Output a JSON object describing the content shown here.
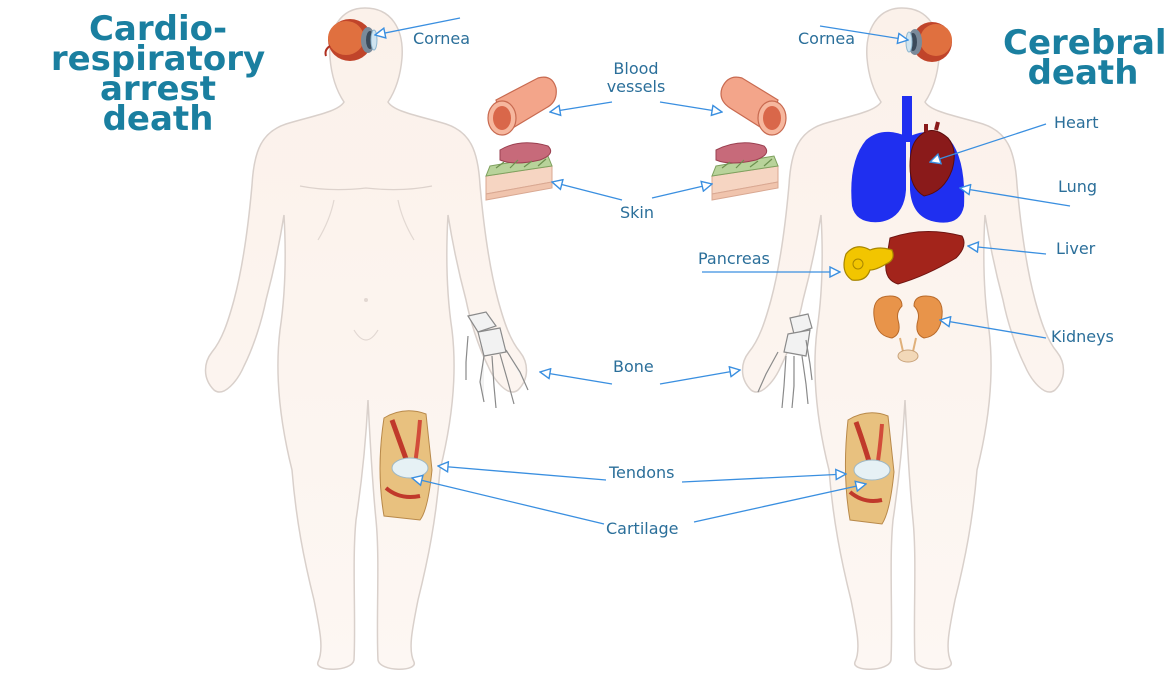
{
  "titles": {
    "left": [
      "Cardio-",
      "respiratory arrest",
      "death"
    ],
    "right": [
      "Cerebral",
      "death"
    ]
  },
  "labels": {
    "cornea_left": "Cornea",
    "cornea_right": "Cornea",
    "blood_vessels": [
      "Blood",
      "vessels"
    ],
    "skin": "Skin",
    "bone": "Bone",
    "tendons": "Tendons",
    "cartilage": "Cartilage",
    "pancreas": "Pancreas",
    "heart": "Heart",
    "lung": "Lung",
    "liver": "Liver",
    "kidneys": "Kidneys"
  },
  "colors": {
    "title": "#1a7fa0",
    "label": "#2b6f9a",
    "arrow": "#3a8fe0",
    "body_fill": "#fbeee6",
    "body_stroke": "#d9d0cb",
    "lung": "#1f2ff0",
    "heart": "#8a1a1a",
    "liver": "#a3241b",
    "pancreas": "#f2c500",
    "kidney": "#e8944a"
  }
}
